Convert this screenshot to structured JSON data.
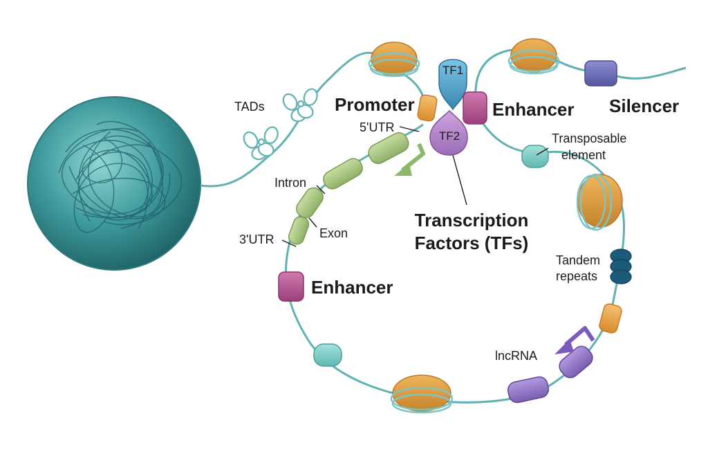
{
  "labels": {
    "tads": "TADs",
    "promoter": "Promoter",
    "utr5": "5'UTR",
    "intron": "Intron",
    "exon": "Exon",
    "utr3": "3'UTR",
    "enhancer_left": "Enhancer",
    "enhancer_top": "Enhancer",
    "silencer": "Silencer",
    "transposable_1": "Transposable",
    "transposable_2": "element",
    "tf_title_1": "Transcription",
    "tf_title_2": "Factors (TFs)",
    "tandem_1": "Tandem",
    "tandem_2": "repeats",
    "lncrna": "lncRNA",
    "tf1": "TF1",
    "tf2": "TF2"
  },
  "colors": {
    "dna_strand": "#5fb1b2",
    "nucleus": "#3e9a9c",
    "nucleosome": "#d99a3c",
    "enhancer": "#b4508f",
    "silencer": "#6b6bb2",
    "exon": "#a6c57f",
    "promoter": "#eaa54a",
    "transposable": "#7ecfc9",
    "tandem": "#1c5a7a",
    "lncrna": "#8e72c0",
    "tf1": "#4d9fc9",
    "tf2": "#b285c9"
  }
}
